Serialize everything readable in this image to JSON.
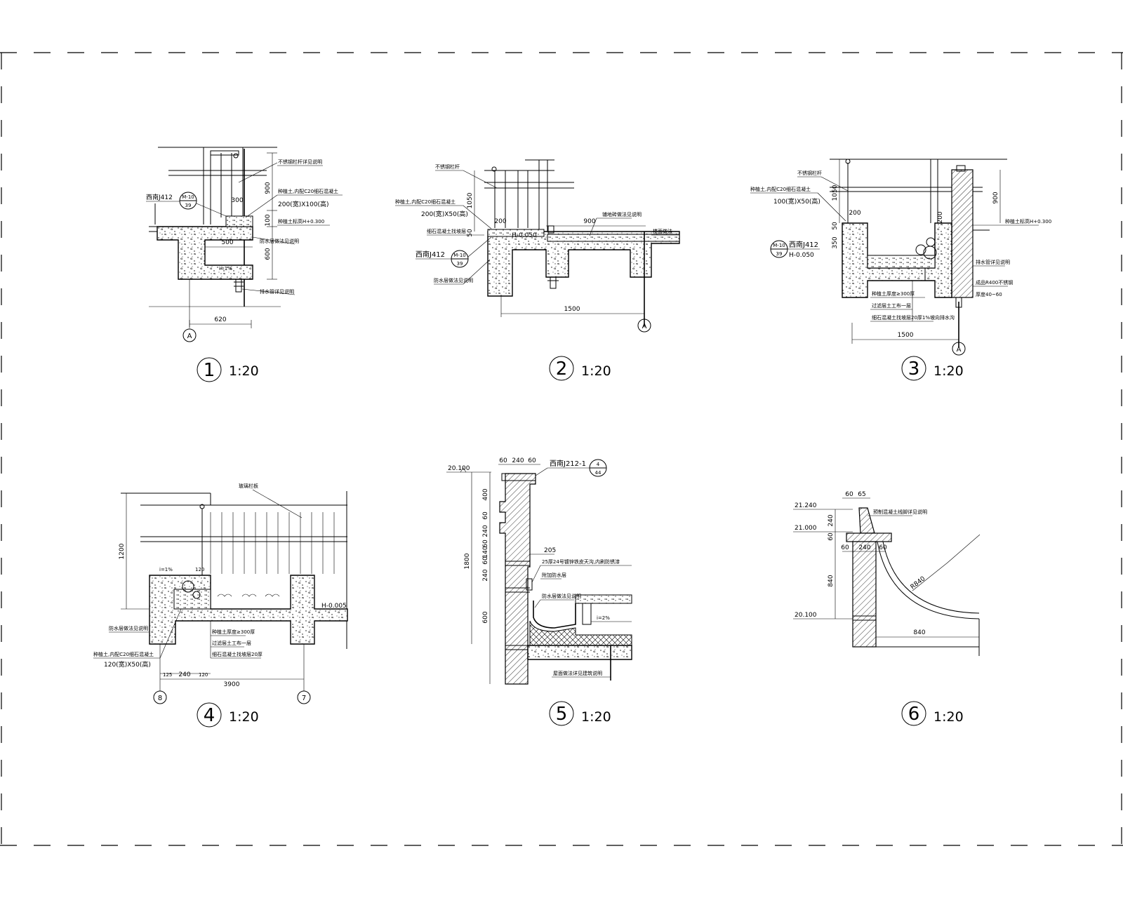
{
  "sheet": {
    "details": [
      {
        "number": "1",
        "scale": "1:20"
      },
      {
        "number": "2",
        "scale": "1:20"
      },
      {
        "number": "3",
        "scale": "1:20"
      },
      {
        "number": "4",
        "scale": "1:20"
      },
      {
        "number": "5",
        "scale": "1:20"
      },
      {
        "number": "6",
        "scale": "1:20"
      }
    ]
  },
  "d1": {
    "ref_left": "西南J412",
    "ref_bubble_top": "M-10",
    "ref_bubble_bottom": "39",
    "dim_900": "900",
    "dim_300": "300",
    "dim_100": "100",
    "dim_600": "600",
    "dim_500": "500",
    "dim_620": "620",
    "note_c20": "种植土,内配C20细石混凝土",
    "note_200x100": "200(宽)X100(高)",
    "note_level": "种植土标高H+0.300",
    "slope": "i=1%",
    "axis": "A",
    "note_rail": "不锈钢栏杆详见说明",
    "note_wp": "防水层做法见说明",
    "note_drain": "排水管详见说明"
  },
  "d2": {
    "note_rail": "不锈钢栏杆",
    "note_c20": "种植土,内配C20细石混凝土",
    "note_200x50": "200(宽)X50(高)",
    "note_screed": "细石混凝土找坡层",
    "ref_left": "西南J412",
    "ref_bubble_top": "M-10",
    "ref_bubble_bottom": "39",
    "note_wp": "防水层做法见说明",
    "dim_1050": "1050",
    "dim_200": "200",
    "dim_50": "50",
    "dim_900": "900",
    "level": "H-0.050",
    "dim_1500": "1500",
    "axis": "A",
    "note_tile": "铺地砖做法见说明",
    "note_floor": "楼面做法"
  },
  "d3": {
    "note_rail": "不锈钢栏杆",
    "note_c20": "种植土,内配C20细石混凝土",
    "note_100x50": "100(宽)X50(高)",
    "dim_1050": "1050",
    "dim_200": "200",
    "dim_50": "50",
    "dim_350": "350",
    "dim_900": "900",
    "dim_200b": "200",
    "ref_left": "西南J412",
    "ref_bubble_top": "M-10",
    "ref_bubble_bottom": "39",
    "level": "H-0.050",
    "note_level": "种植土标高H+0.300",
    "note_drain": "排水管详见说明",
    "note_r400": "成品R400不锈钢",
    "note_r_sub": "厚度40~60",
    "note_layer1": "种植土厚度≥300厚",
    "note_layer2": "过滤层土工布一层",
    "note_layer3": "细石混凝土找坡层20厚1%坡向排水沟",
    "dim_1500": "1500",
    "axis": "A"
  },
  "d4": {
    "note_rail": "玻璃栏板",
    "dim_1200": "1200",
    "slope": "i=1%",
    "dim_120": "120",
    "level": "H-0.005",
    "note_wp": "防水层做法见说明",
    "note_c20": "种植土,内配C20细石混凝土",
    "note_120x50": "120(宽)X50(高)",
    "note_layer1": "种植土厚度≥300厚",
    "note_layer2": "过滤层土工布一层",
    "note_layer3": "细石混凝土找坡层20厚",
    "dim_125": "125",
    "dim_240": "240",
    "dim_120b": "120",
    "dim_3900": "3900",
    "axis_left": "8",
    "axis_right": "7"
  },
  "d5": {
    "level_top": "20.100",
    "dim_60a": "60",
    "dim_240": "240",
    "dim_60b": "60",
    "ref": "西南J212-1",
    "ref_bubble_top": "4",
    "ref_bubble_bottom": "44",
    "dim_400": "400",
    "dim_60c": "60",
    "dim_240b": "240",
    "dim_60d": "60",
    "dim_140": "140",
    "dim_60e": "60",
    "dim_240c": "240",
    "dim_600": "600",
    "dim_1800": "1800",
    "dim_205": "205",
    "note_gutter": "25厚24号镀锌铁皮天沟,内刷防锈漆",
    "note_a": "附加防水层",
    "note_b": "防水层做法见说明",
    "slope": "i=2%",
    "note_bottom": "屋面做法详见建筑说明"
  },
  "d6": {
    "level_1": "21.240",
    "level_2": "21.000",
    "level_3": "20.100",
    "dim_60": "60",
    "dim_65": "65",
    "dim_240": "240",
    "dim_60b": "60",
    "dim_60c": "60",
    "dim_240b": "240",
    "dim_60d": "60",
    "dim_840": "840",
    "radius": "R840",
    "dim_840b": "840",
    "note": "预制混凝土线脚详见说明"
  }
}
